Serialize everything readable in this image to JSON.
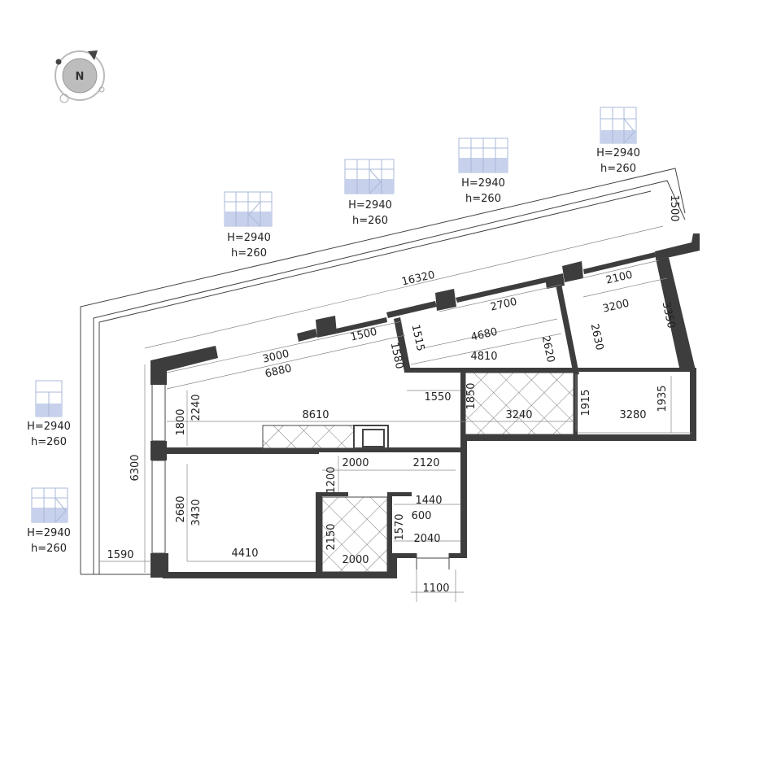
{
  "compass": {
    "label": "N"
  },
  "windows": [
    {
      "H": "H=2940",
      "h": "h=260"
    },
    {
      "H": "H=2940",
      "h": "h=260"
    },
    {
      "H": "H=2940",
      "h": "h=260"
    },
    {
      "H": "H=2940",
      "h": "h=260"
    },
    {
      "H": "H=2940",
      "h": "h=260"
    },
    {
      "H": "H=2940",
      "h": "h=260"
    }
  ],
  "dimensions": {
    "d16320": "16320",
    "d1500_top": "1500",
    "d2100": "2100",
    "d3200": "3200",
    "d2700": "2700",
    "d4680": "4680",
    "d4810": "4810",
    "d1515": "1515",
    "d1580": "1580",
    "d1500_mid": "1500",
    "d3000": "3000",
    "d6880": "6880",
    "d2620": "2620",
    "d2630": "2630",
    "d3350": "3350",
    "d1935": "1935",
    "d1915": "1915",
    "d3280": "3280",
    "d3240": "3240",
    "d1850": "1850",
    "d1550": "1550",
    "d8610": "8610",
    "d1800": "1800",
    "d2240": "2240",
    "d6300": "6300",
    "d2000_a": "2000",
    "d2120": "2120",
    "d1200": "1200",
    "d1440": "1440",
    "d600": "600",
    "d1570": "1570",
    "d2040": "2040",
    "d2150": "2150",
    "d2000_b": "2000",
    "d2680": "2680",
    "d3430": "3430",
    "d4410": "4410",
    "d1590": "1590",
    "d1100": "1100"
  }
}
